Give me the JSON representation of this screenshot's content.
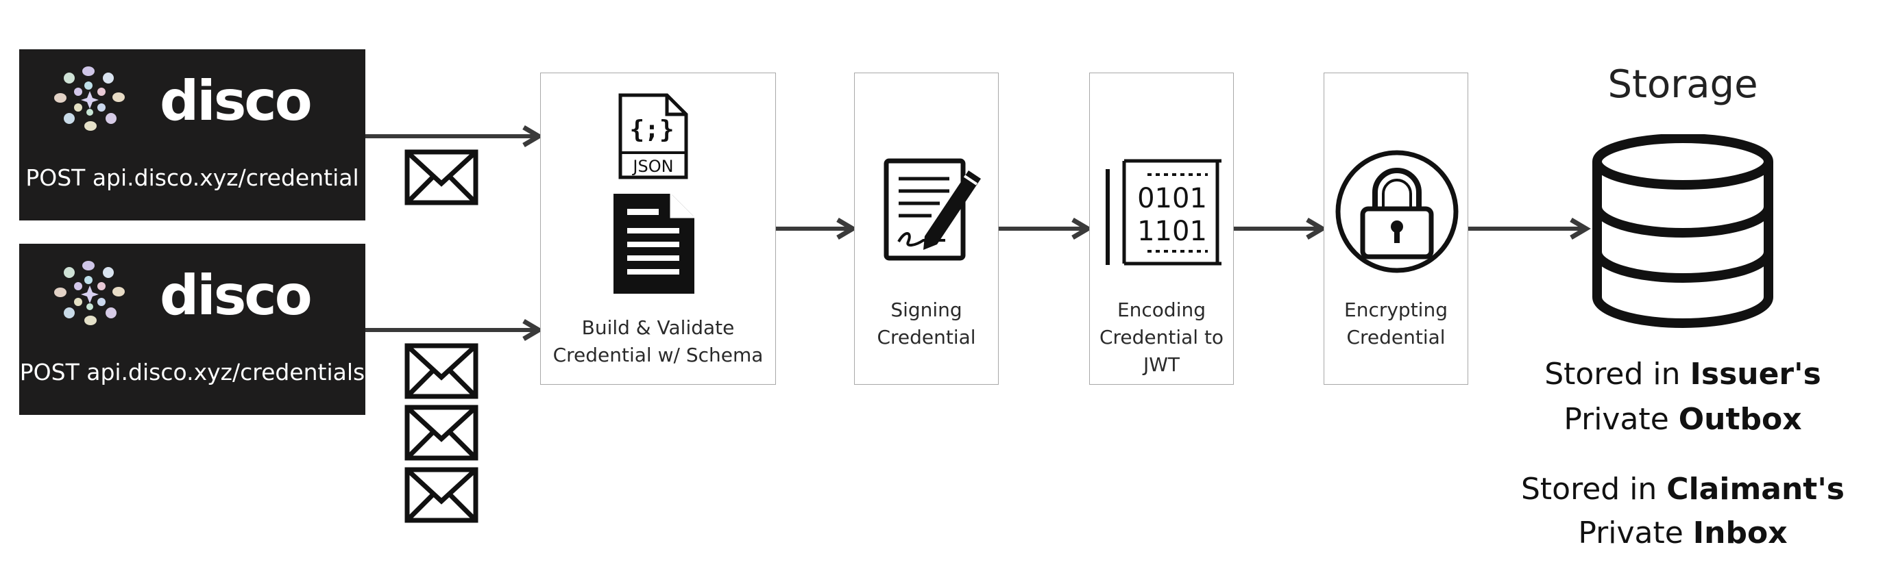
{
  "sources": [
    {
      "brand": "disco",
      "endpoint": "POST api.disco.xyz/credential"
    },
    {
      "brand": "disco",
      "endpoint": "POST api.disco.xyz/credentials"
    }
  ],
  "steps": [
    {
      "label_line1": "Build & Validate",
      "label_line2": "Credential w/ Schema",
      "json_tag": "JSON",
      "json_glyph": "{;}"
    },
    {
      "label_line1": "Signing",
      "label_line2": "Credential"
    },
    {
      "label_line1": "Encoding",
      "label_line2": "Credential to",
      "label_line3": "JWT",
      "binary_line1": "0101",
      "binary_line2": "1101"
    },
    {
      "label_line1": "Encrypting",
      "label_line2": "Credential"
    }
  ],
  "storage": {
    "title": "Storage",
    "issuer_prefix": "Stored in ",
    "issuer_bold": "Issuer's",
    "issuer_mid": "Private ",
    "issuer_bold2": "Outbox",
    "claimant_prefix": "Stored in ",
    "claimant_bold": "Claimant's",
    "claimant_mid": "Private ",
    "claimant_bold2": "Inbox"
  },
  "colors": {
    "card_bg": "#1d1c1c",
    "arrow": "#3a3a3a",
    "box_border": "#a8a8a8"
  }
}
